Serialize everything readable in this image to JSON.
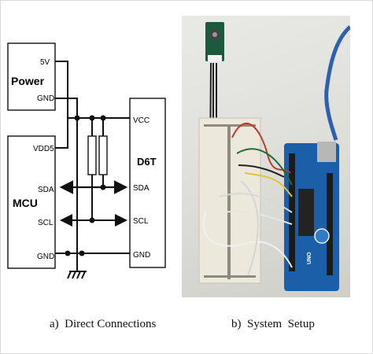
{
  "schematic": {
    "power_box": {
      "title": "Power",
      "pin_5v": "5V",
      "pin_gnd": "GND"
    },
    "mcu_box": {
      "title": "MCU",
      "pin_vdd": "VDD5",
      "pin_sda": "SDA",
      "pin_scl": "SCL",
      "pin_gnd": "GND"
    },
    "sensor_box": {
      "title": "D6T",
      "pin_vcc": "VCC",
      "pin_sda": "SDA",
      "pin_scl": "SCL",
      "pin_gnd": "GND"
    }
  },
  "photo": {
    "board_text": "UNO"
  },
  "captions": {
    "left": "a)  Direct Connections",
    "right": "b)  System  Setup"
  }
}
